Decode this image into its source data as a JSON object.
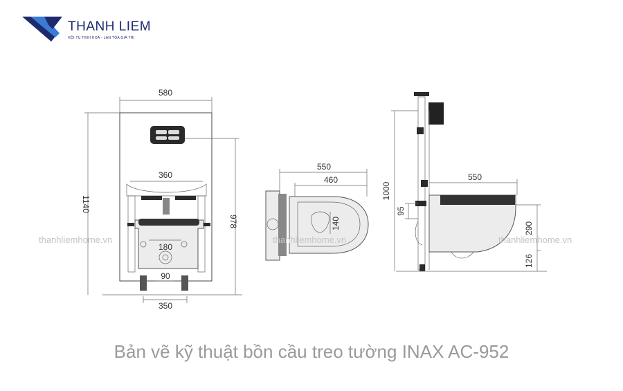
{
  "brand": {
    "name": "THANH LIEM",
    "tagline": "HỘI TỤ TINH HOA - LAN TỎA GIÁ TRỊ",
    "logo_icon": "stacked-chevron-logo",
    "colors": {
      "navy": "#1d2a6e",
      "blue": "#3a7bd5"
    }
  },
  "caption": "Bản vẽ kỹ thuật bồn cầu treo tường INAX AC-952",
  "watermark": "thanhliemhome.vn",
  "front_view": {
    "width": "580",
    "height_total": "1140",
    "height_right": "978",
    "seat_width": "360",
    "center_holes": "180",
    "pipe_spacing": "90",
    "base_width": "350"
  },
  "top_view": {
    "outer_length": "550",
    "inner_length": "460",
    "seat_depth": "140"
  },
  "side_view": {
    "frame_height": "1000",
    "bowl_length": "550",
    "inlet_height": "95",
    "seat_height": "290",
    "outlet_height": "126"
  }
}
